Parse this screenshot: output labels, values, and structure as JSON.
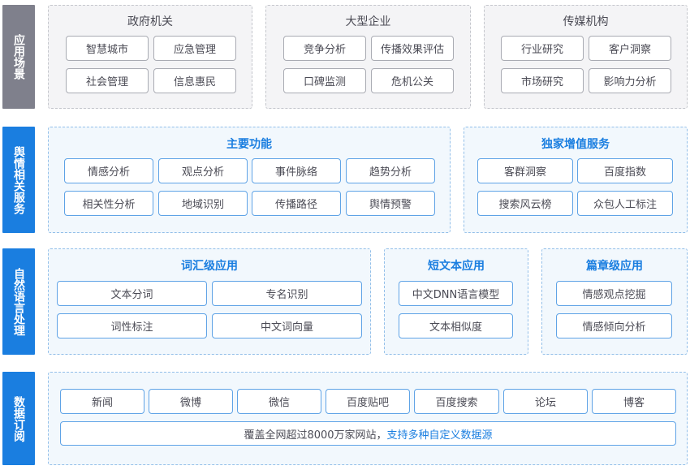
{
  "rows": {
    "application": {
      "label": "应用场景",
      "panels": [
        {
          "title": "政府机关",
          "items": [
            "智慧城市",
            "应急管理",
            "社会管理",
            "信息惠民"
          ]
        },
        {
          "title": "大型企业",
          "items": [
            "竞争分析",
            "传播效果评估",
            "口碑监测",
            "危机公关"
          ]
        },
        {
          "title": "传媒机构",
          "items": [
            "行业研究",
            "客户洞察",
            "市场研究",
            "影响力分析"
          ]
        }
      ]
    },
    "services": {
      "label": "舆情相关服务",
      "panels": [
        {
          "title": "主要功能",
          "items": [
            "情感分析",
            "观点分析",
            "事件脉络",
            "趋势分析",
            "相关性分析",
            "地域识别",
            "传播路径",
            "舆情预警"
          ]
        },
        {
          "title": "独家增值服务",
          "items": [
            "客群洞察",
            "百度指数",
            "搜索风云榜",
            "众包人工标注"
          ]
        }
      ]
    },
    "nlp": {
      "label": "自然语言处理",
      "panels": [
        {
          "title": "词汇级应用",
          "items": [
            "文本分词",
            "专名识别",
            "词性标注",
            "中文词向量"
          ]
        },
        {
          "title": "短文本应用",
          "items": [
            "中文DNN语言模型",
            "文本相似度"
          ]
        },
        {
          "title": "篇章级应用",
          "items": [
            "情感观点挖掘",
            "情感倾向分析"
          ]
        }
      ]
    },
    "subscription": {
      "label": "数据订阅",
      "sources": [
        "新闻",
        "微博",
        "微信",
        "百度贴吧",
        "百度搜索",
        "论坛",
        "博客"
      ],
      "coverage_text": "覆盖全网超过8000万家网站，",
      "coverage_highlight": "支持多种自定义数据源"
    }
  },
  "colors": {
    "gray_label": "#7f808c",
    "blue_label": "#1a7ee0",
    "blue_accent": "#1a7ee0"
  }
}
